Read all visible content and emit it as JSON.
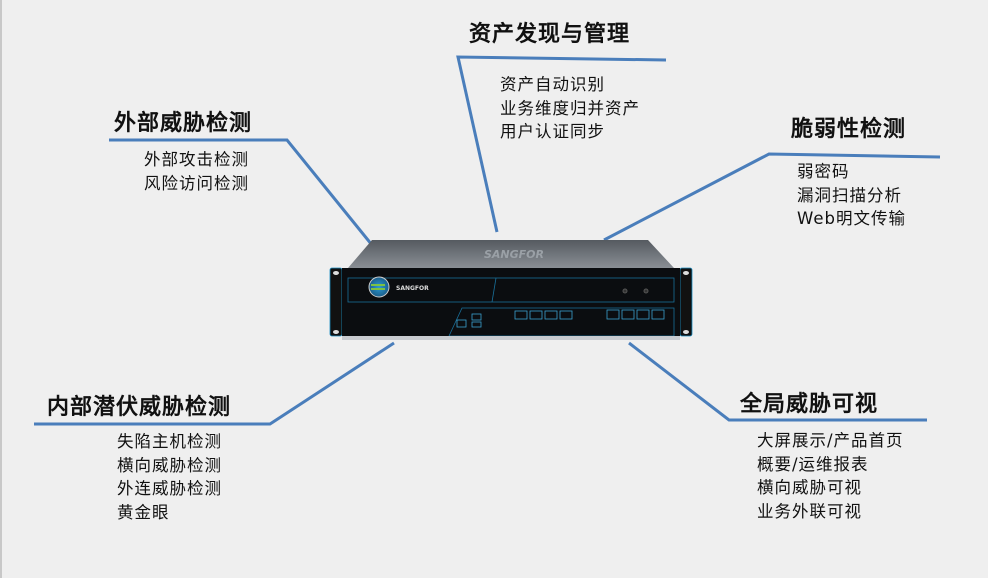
{
  "device": {
    "brand": "SANGFOR",
    "top_label": "SANGFOR",
    "accent": "#1a8fc4"
  },
  "line_color": "#4a7ebb",
  "groups": {
    "asset": {
      "title": "资产发现与管理",
      "items": [
        "资产自动识别",
        "业务维度归并资产",
        "用户认证同步"
      ]
    },
    "external": {
      "title": "外部威胁检测",
      "items": [
        "外部攻击检测",
        "风险访问检测"
      ]
    },
    "vuln": {
      "title": "脆弱性检测",
      "items": [
        "弱密码",
        "漏洞扫描分析",
        "Web明文传输"
      ]
    },
    "internal": {
      "title": "内部潜伏威胁检测",
      "items": [
        "失陷主机检测",
        "横向威胁检测",
        "外连威胁检测",
        "黄金眼"
      ]
    },
    "visual": {
      "title": "全局威胁可视",
      "items": [
        "大屏展示/产品首页",
        "概要/运维报表",
        "横向威胁可视",
        "业务外联可视"
      ]
    }
  }
}
